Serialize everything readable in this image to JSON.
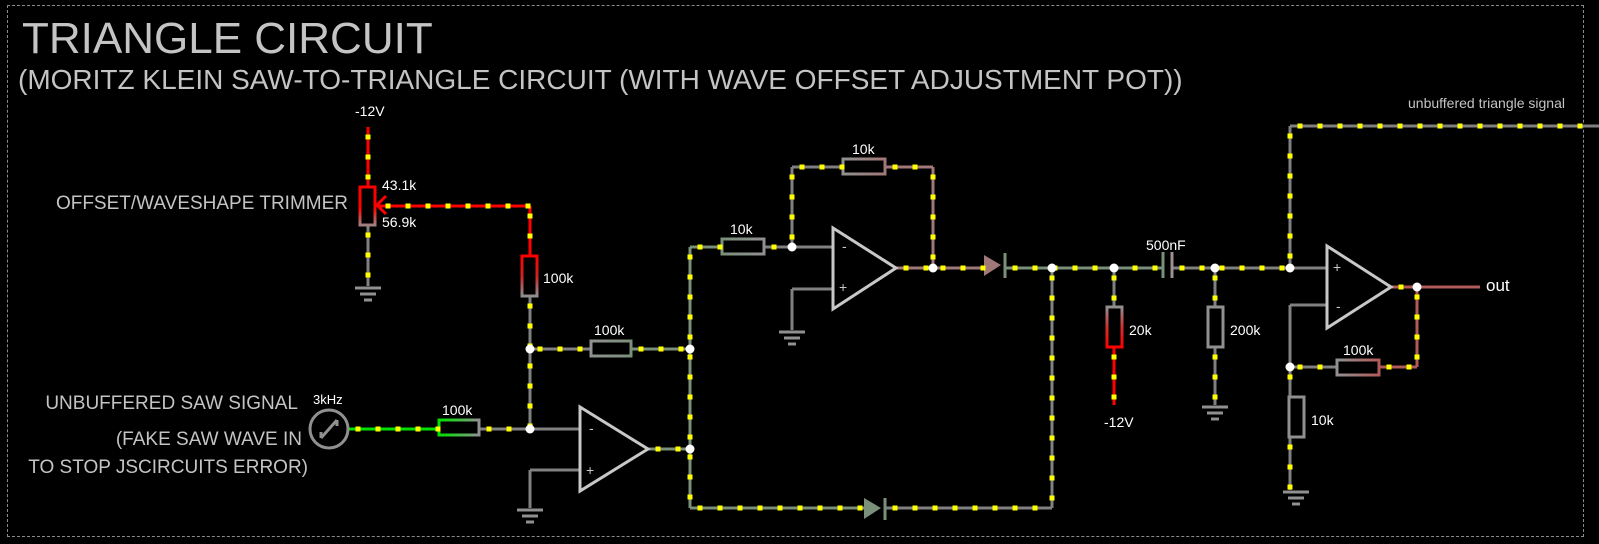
{
  "header": {
    "title": "TRIANGLE CIRCUIT",
    "subtitle": "(MORITZ KLEIN SAW-TO-TRIANGLE CIRCUIT (WITH WAVE OFFSET ADJUSTMENT POT))"
  },
  "labels": {
    "trimmer_label": "OFFSET/WAVESHAPE TRIMMER",
    "saw_label_1": "UNBUFFERED SAW SIGNAL",
    "saw_label_2": "(FAKE SAW WAVE IN",
    "saw_label_3": "TO STOP JSCIRCUITS ERROR)",
    "triangle_signal": "unbuffered triangle signal",
    "out": "out"
  },
  "components": {
    "supply_top": "-12V",
    "supply_bottom": "-12V",
    "pot_upper": "43.1k",
    "pot_lower": "56.9k",
    "r_offset": "100k",
    "r_input": "100k",
    "r_mid": "100k",
    "r_inv_in": "10k",
    "r_inv_fb": "10k",
    "source_freq": "3kHz",
    "cap": "500nF",
    "r_bias": "20k",
    "r_hp": "200k",
    "r_gain_fb": "100k",
    "r_gain_gnd": "10k"
  },
  "colors": {
    "background": "#000000",
    "wire_gray": "#808080",
    "wire_red": "#ff0000",
    "wire_green": "#00e000",
    "wire_sage": "#7a907a",
    "wire_brown": "#a07878",
    "wire_redbrown": "#b05a5a",
    "current_dot": "#ffff00",
    "opamp": "#c8c8c8",
    "text": "#c4c4c4"
  }
}
